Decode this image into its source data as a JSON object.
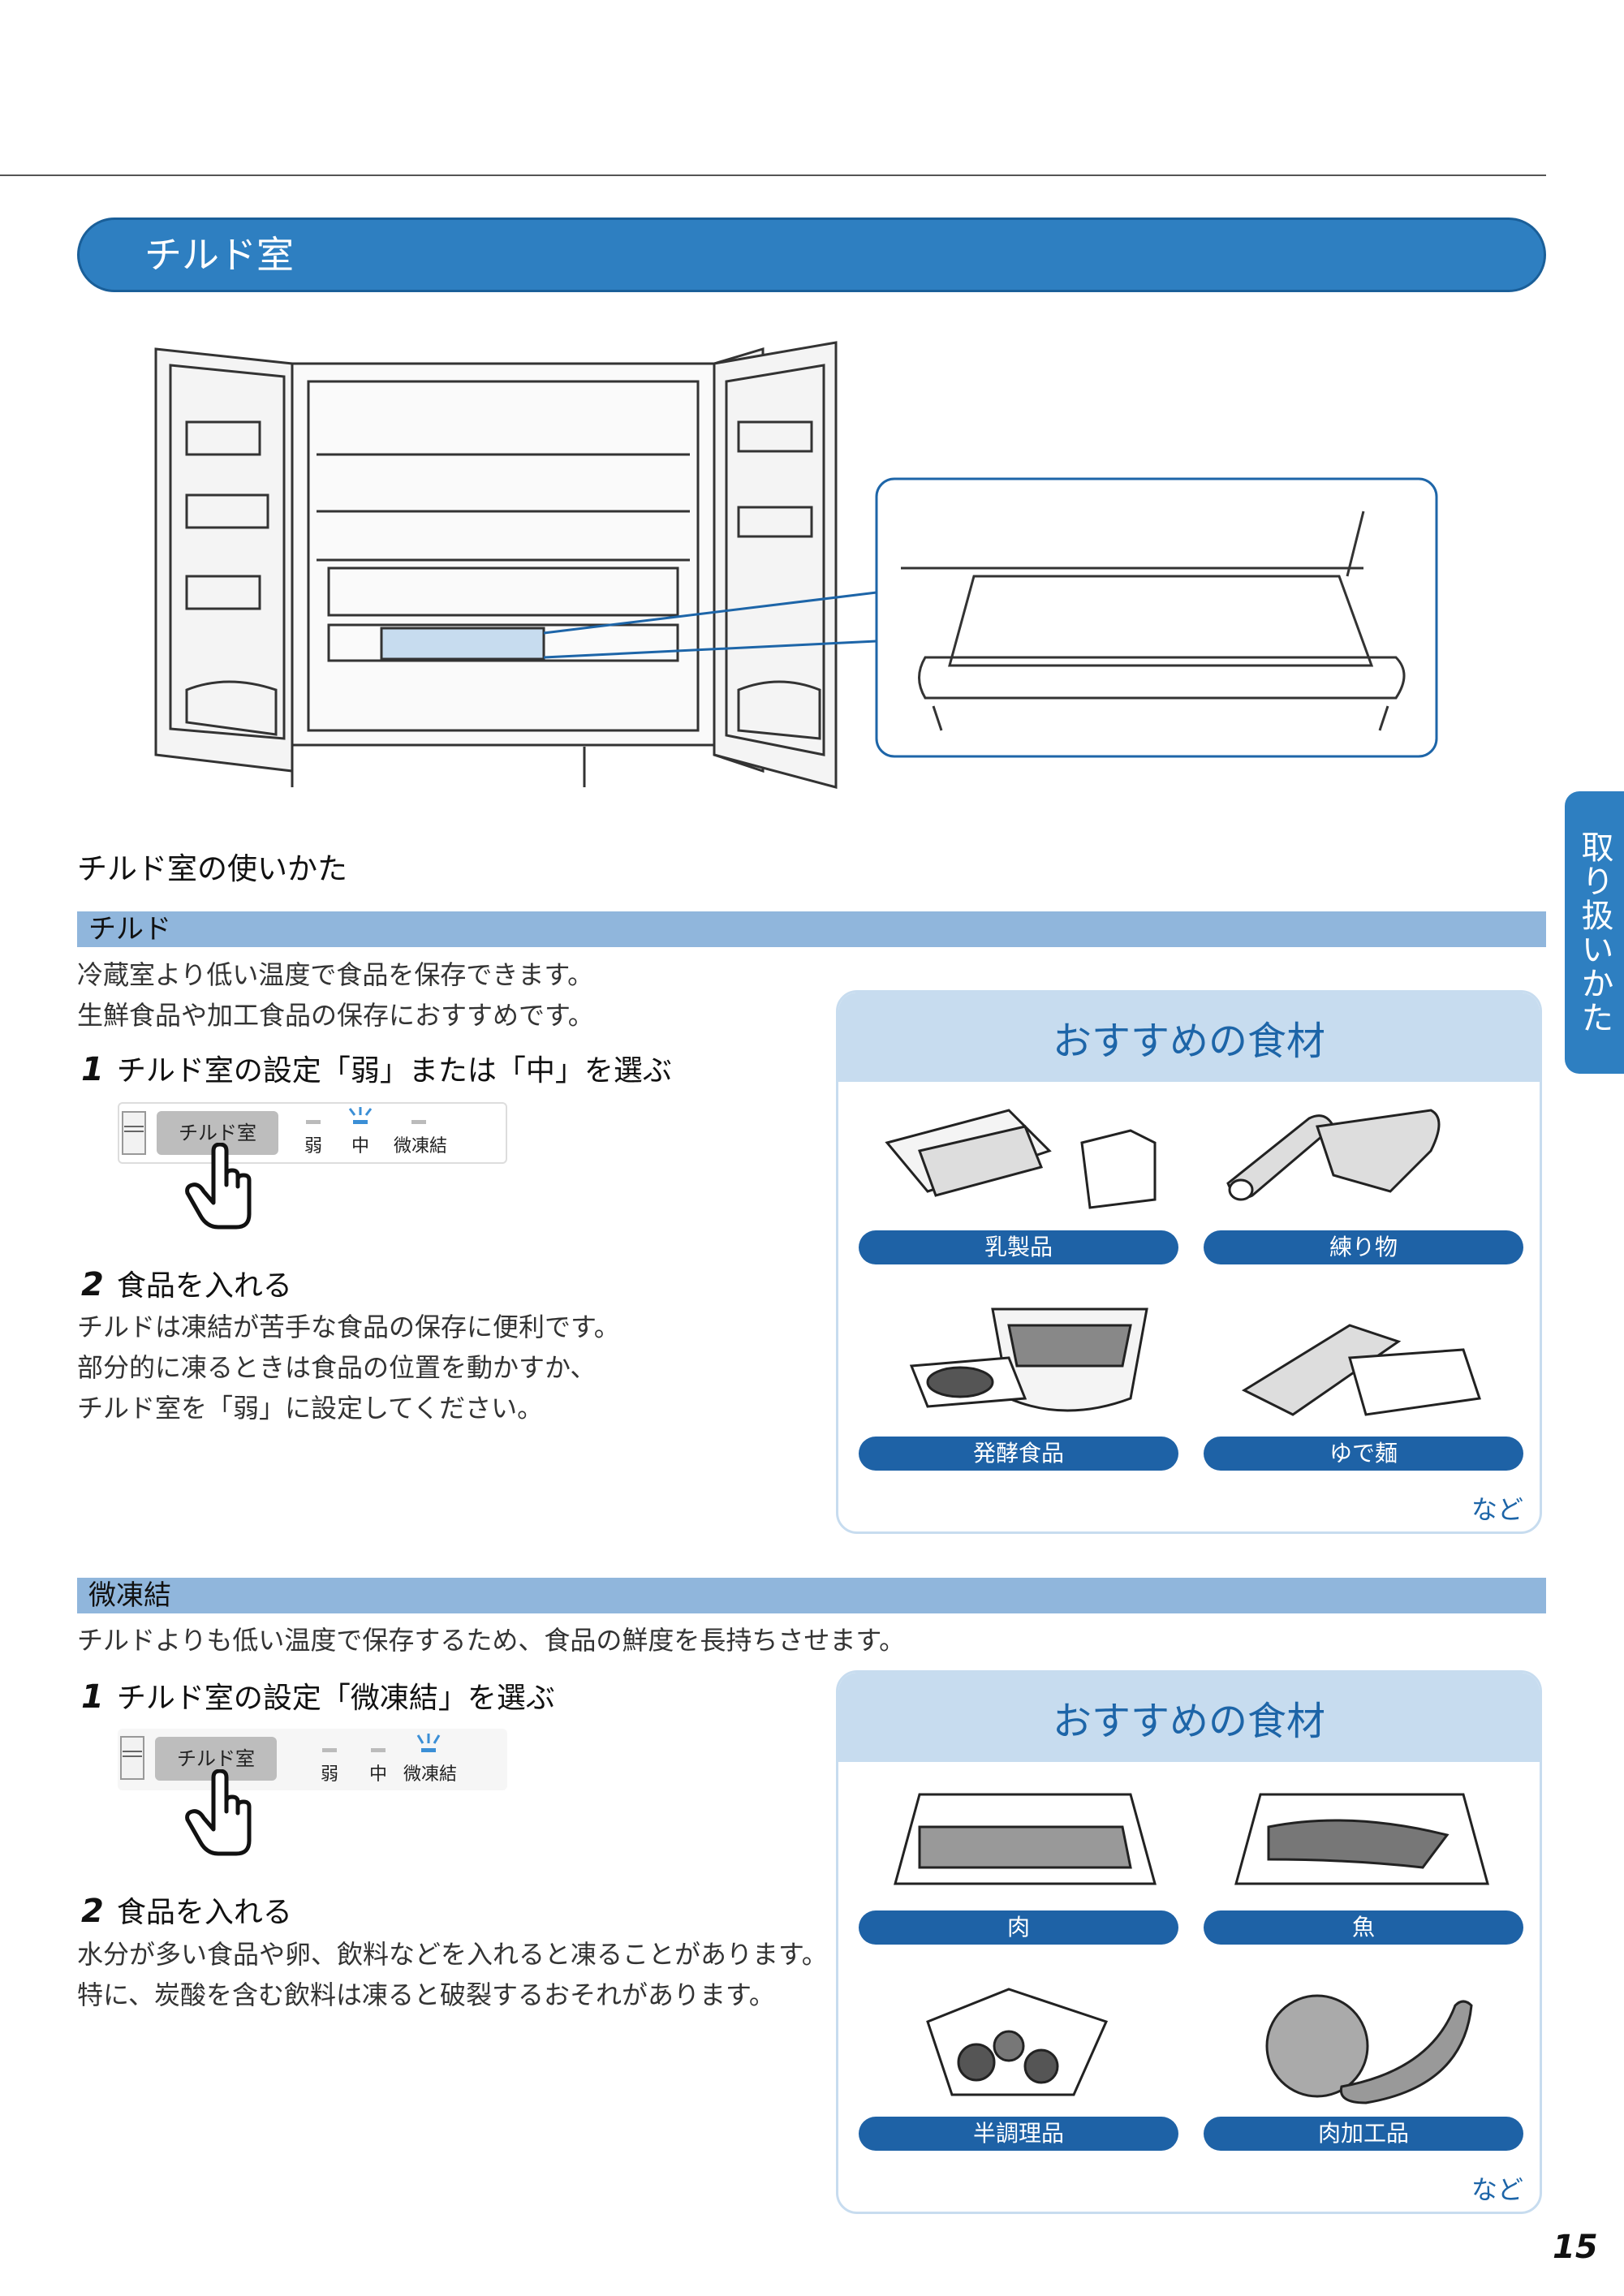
{
  "header": {
    "section_title": "チルド室"
  },
  "side_tab": {
    "label": "取り扱いかた"
  },
  "usage": {
    "heading": "チルド室の使いかた"
  },
  "chilled": {
    "band_label": "チルド",
    "intro": [
      "冷蔵室より低い温度で食品を保存できます。",
      "生鮮食品や加工食品の保存におすすめです。"
    ],
    "step1": {
      "num": "1",
      "text": "チルド室の設定「弱」または「中」を選ぶ"
    },
    "control": {
      "button": "チルド室",
      "opt_weak": "弱",
      "opt_mid": "中",
      "opt_micro": "微凍結"
    },
    "step2": {
      "num": "2",
      "text": "食品を入れる"
    },
    "step2_body": [
      "チルドは凍結が苦手な食品の保存に便利です。",
      "部分的に凍るときは食品の位置を動かすか、",
      "チルド室を「弱」に設定してください。"
    ],
    "panel": {
      "title": "おすすめの食材",
      "items": [
        "乳製品",
        "練り物",
        "発酵食品",
        "ゆで麺"
      ],
      "more": "など"
    }
  },
  "micro": {
    "band_label": "微凍結",
    "intro": "チルドよりも低い温度で保存するため、食品の鮮度を長持ちさせます。",
    "step1": {
      "num": "1",
      "text": "チルド室の設定「微凍結」を選ぶ"
    },
    "control": {
      "button": "チルド室",
      "opt_weak": "弱",
      "opt_mid": "中",
      "opt_micro": "微凍結"
    },
    "step2": {
      "num": "2",
      "text": "食品を入れる"
    },
    "step2_body": [
      "水分が多い食品や卵、飲料などを入れると凍ることがあります。",
      "特に、炭酸を含む飲料は凍ると破裂するおそれがあります。"
    ],
    "panel": {
      "title": "おすすめの食材",
      "items": [
        "肉",
        "魚",
        "半調理品",
        "肉加工品"
      ],
      "more": "など"
    }
  },
  "footer": {
    "page_number": "15"
  },
  "colors": {
    "accent": "#2e7fc1",
    "band": "#90b6dc",
    "panel_bg": "#c7dcef",
    "pill": "#1e62a6"
  }
}
